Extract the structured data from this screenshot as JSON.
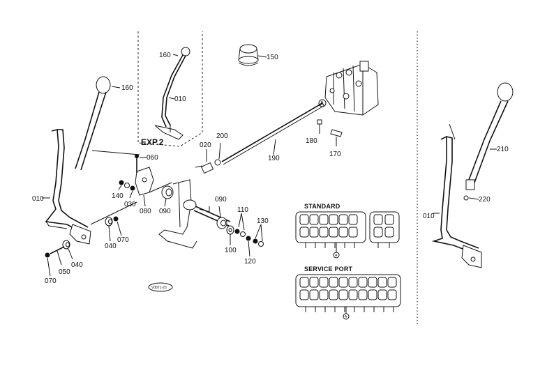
{
  "panel_title": "EXP.2",
  "sections": {
    "standard": "STANDARD",
    "service_port": "SERVICE PORT"
  },
  "port_marker": "A",
  "stamp": "V0871-23",
  "labels": {
    "p010_left": "010",
    "p010_exp": "010",
    "p010_right": "010",
    "p020": "020",
    "p030": "030",
    "p040_a": "040",
    "p040_b": "040",
    "p050": "050",
    "p060": "060",
    "p070_a": "070",
    "p070_b": "070",
    "p080_a": "080",
    "p080_b": "080",
    "p090_a": "090",
    "p090_b": "090",
    "p100": "100",
    "p110": "110",
    "p120": "120",
    "p130": "130",
    "p140": "140",
    "p150": "150",
    "p160_left": "160",
    "p160_exp": "160",
    "p170": "170",
    "p180": "180",
    "p190": "190",
    "p200": "200",
    "p210": "210",
    "p220": "220"
  }
}
